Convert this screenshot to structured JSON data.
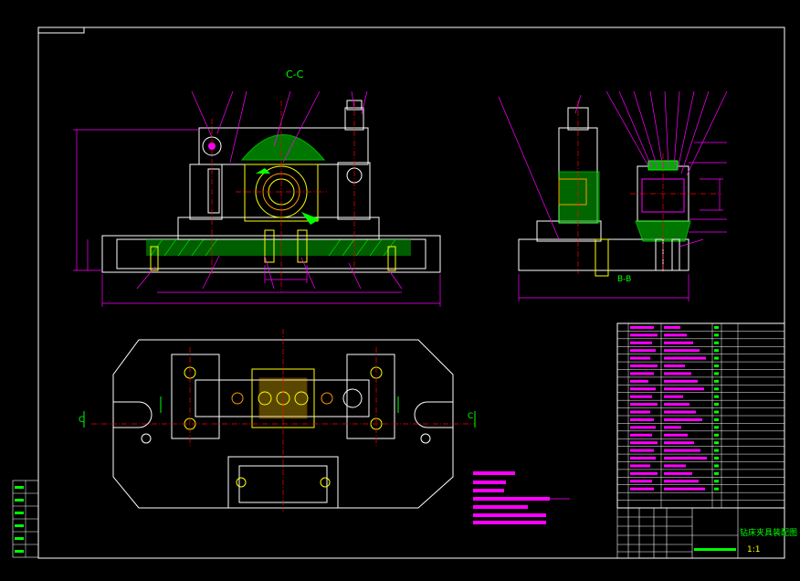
{
  "drawing": {
    "section_title": "C-C",
    "section_marker_left": "C",
    "section_marker_right": "C",
    "datum_label": "B-B",
    "title_block_name": "钻床夹具装配图",
    "title_block_scale": "1:1",
    "colors": {
      "background": "#000000",
      "frame": "#ffffff",
      "dimension": "#ff00ff",
      "centerline": "#ff0000",
      "hatch": "#00ff00",
      "part": "#ffff00",
      "text": "#00ff00"
    }
  }
}
